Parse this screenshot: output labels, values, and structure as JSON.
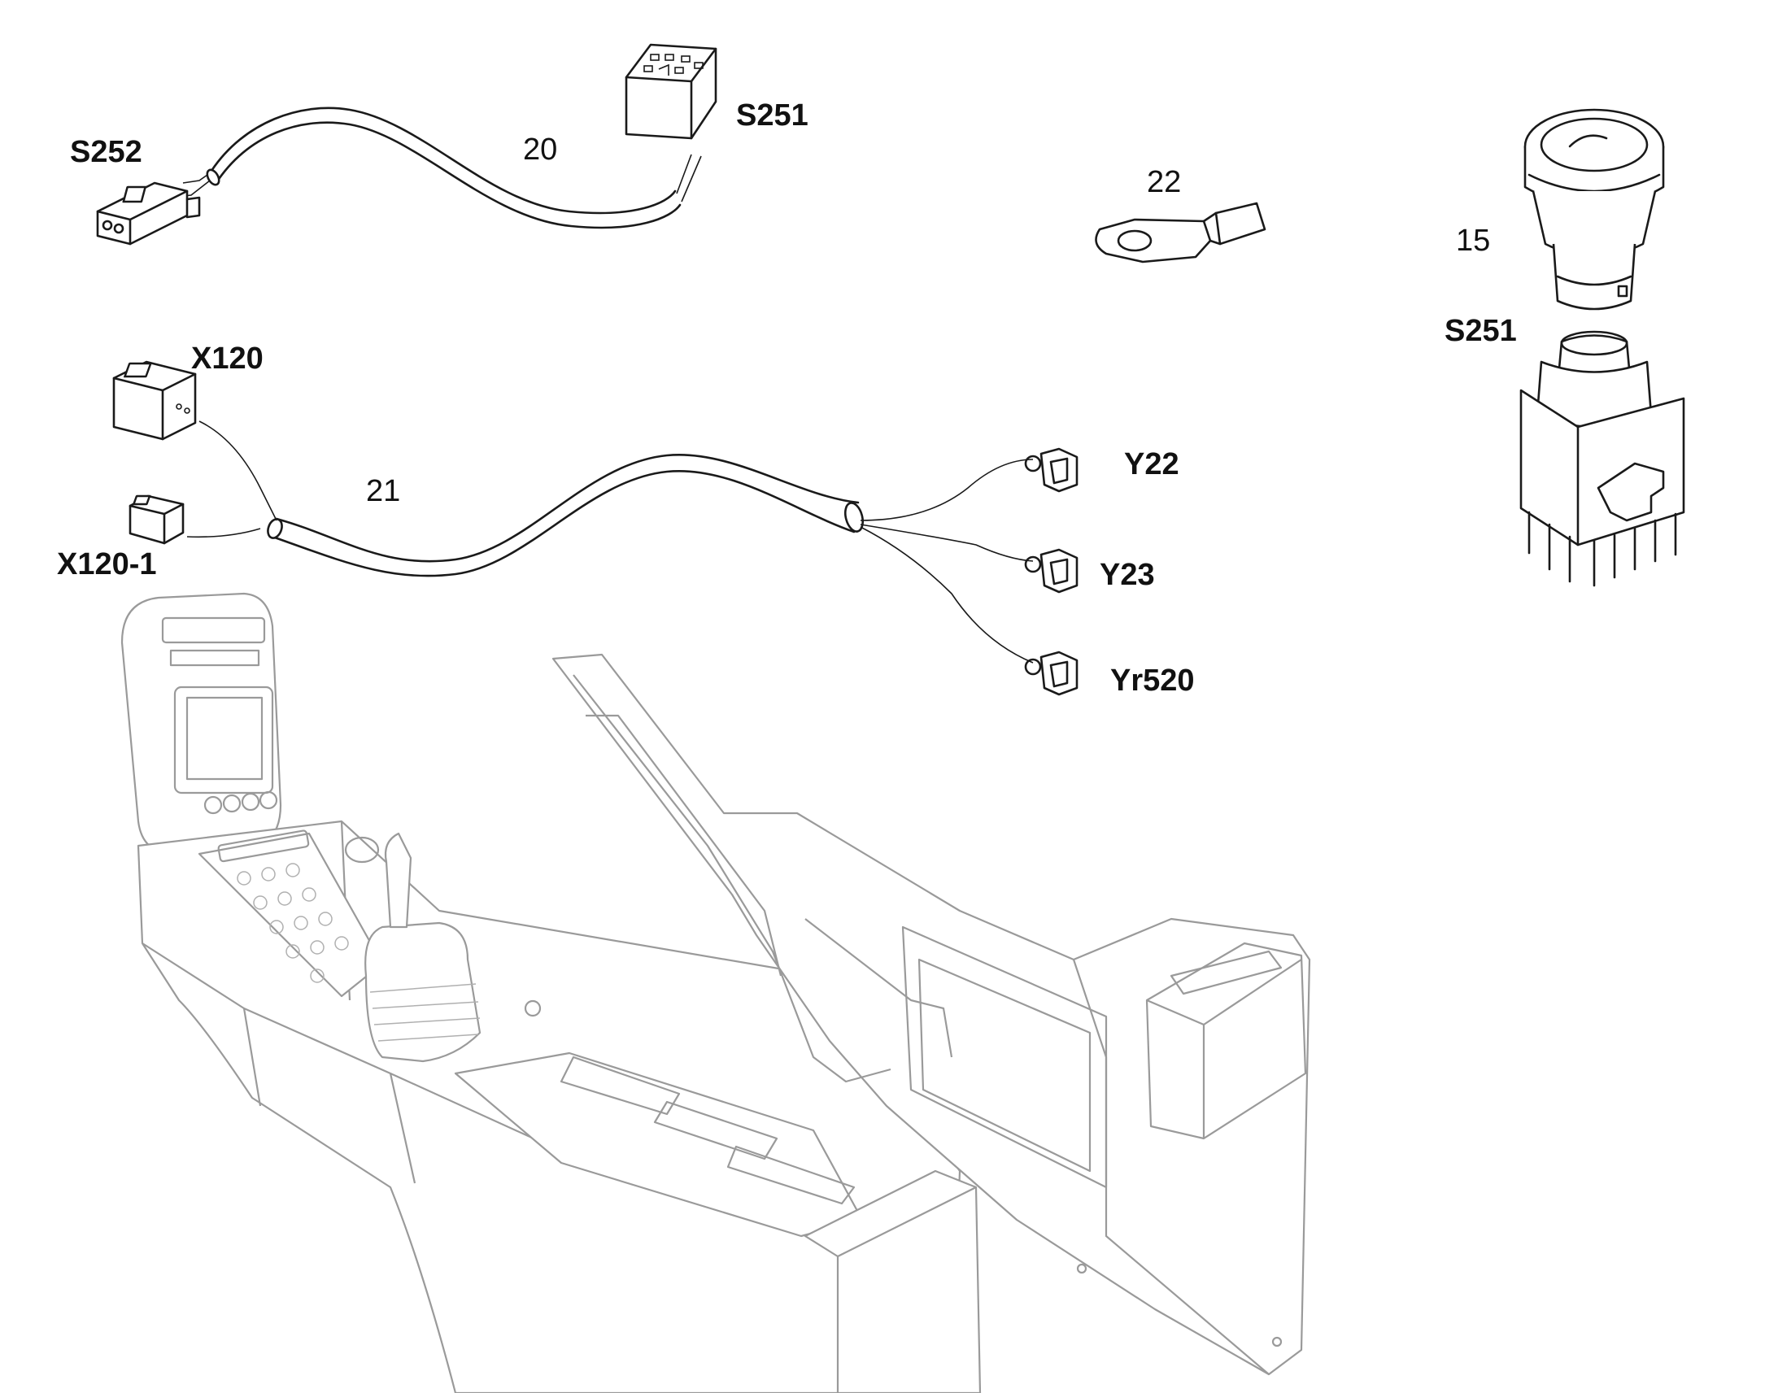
{
  "labels": {
    "s252": "S252",
    "s251_top": "S251",
    "n20": "20",
    "n22": "22",
    "n15": "15",
    "s251_right": "S251",
    "x120": "X120",
    "n21": "21",
    "x120_1": "X120-1",
    "y22": "Y22",
    "y23": "Y23",
    "yr520": "Yr520"
  }
}
